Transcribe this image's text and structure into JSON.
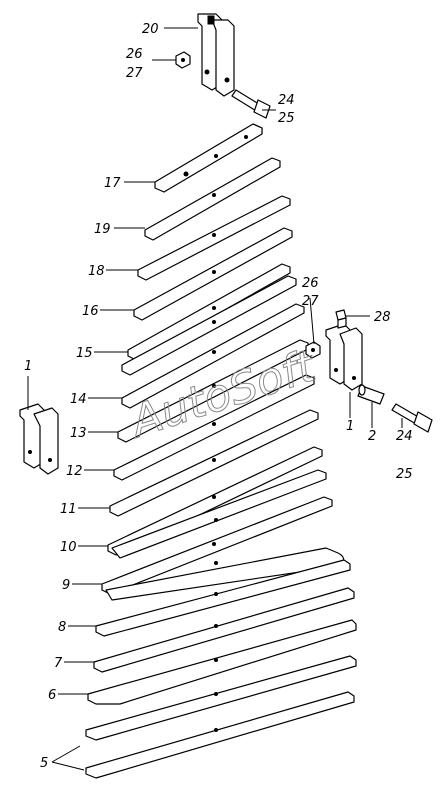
{
  "watermark": "AutoSoft",
  "labels": {
    "l20": "20",
    "l26a": "26",
    "l27a": "27",
    "l24a": "24",
    "l25a": "25",
    "l17": "17",
    "l19": "19",
    "l18": "18",
    "l16": "16",
    "l15": "15",
    "l14": "14",
    "l13": "13",
    "l12": "12",
    "l11": "11",
    "l10": "10",
    "l9": "9",
    "l8": "8",
    "l7": "7",
    "l6": "6",
    "l5": "5",
    "l1a": "1",
    "l26b": "26",
    "l27b": "27",
    "l28": "28",
    "l1b": "1",
    "l2": "2",
    "l24b": "24",
    "l25b": "25"
  }
}
